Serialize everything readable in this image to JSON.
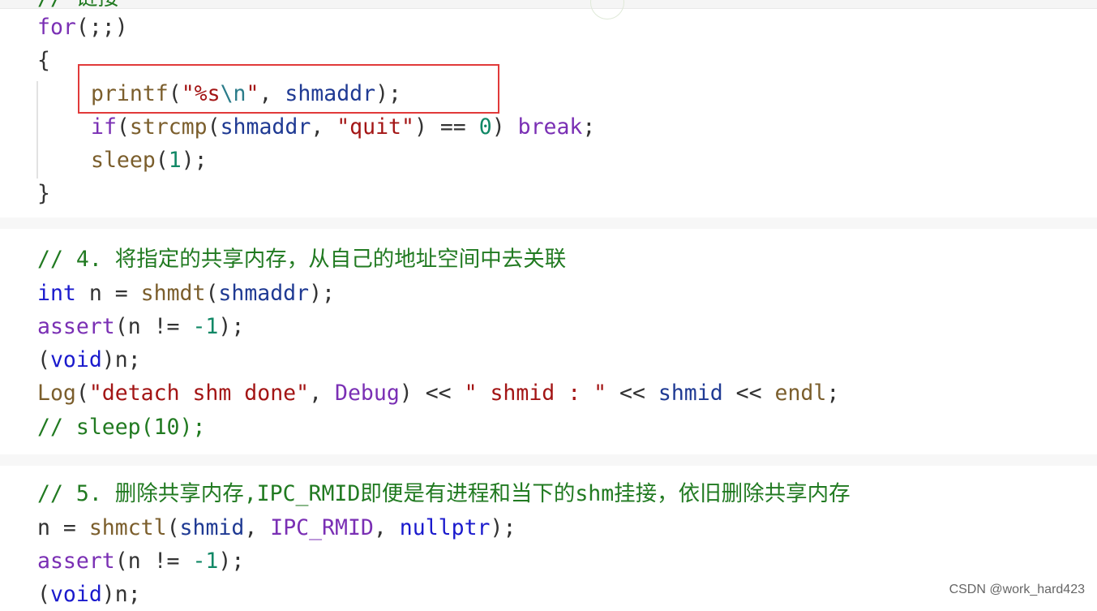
{
  "watermark": "CSDN @work_hard423",
  "lines": {
    "l0": {
      "t1": "// 链接"
    },
    "l1": {
      "kw": "for",
      "rest": "(;;)"
    },
    "l2": {
      "brace": "{"
    },
    "l3": {
      "fn": "printf",
      "p1": "(",
      "s1": "\"%s",
      "esc": "\\n",
      "s2": "\"",
      "p2": ", ",
      "var": "shmaddr",
      "p3": ");"
    },
    "l4": {
      "kw": "if",
      "p1": "(",
      "fn": "strcmp",
      "p2": "(",
      "var": "shmaddr",
      "p3": ", ",
      "str": "\"quit\"",
      "p4": ") == ",
      "num": "0",
      "p5": ") ",
      "kw2": "break",
      "p6": ";"
    },
    "l5": {
      "fn": "sleep",
      "p1": "(",
      "num": "1",
      "p2": ");"
    },
    "l6": {
      "brace": "}"
    },
    "l7": {
      "cmt": "// 4. 将指定的共享内存，从自己的地址空间中去关联"
    },
    "l8": {
      "kw": "int",
      "p1": " n = ",
      "fn": "shmdt",
      "p2": "(",
      "var": "shmaddr",
      "p3": ");"
    },
    "l9": {
      "fn": "assert",
      "p1": "(n != ",
      "num": "-1",
      "p2": ");"
    },
    "l10": {
      "p1": "(",
      "kw": "void",
      "p2": ")n;"
    },
    "l11": {
      "fn": "Log",
      "p1": "(",
      "str": "\"detach shm done\"",
      "p2": ", ",
      "kw": "Debug",
      "p3": ") << ",
      "str2": "\" shmid : \"",
      "p4": " << ",
      "var": "shmid",
      "p5": " << ",
      "fn2": "endl",
      "p6": ";"
    },
    "l12": {
      "cmt": "// sleep(10);"
    },
    "l13": {
      "cmt": "// 5. 删除共享内存,IPC_RMID即便是有进程和当下的shm挂接，依旧删除共享内存"
    },
    "l14": {
      "p1": "n = ",
      "fn": "shmctl",
      "p2": "(",
      "var": "shmid",
      "p3": ", ",
      "macro": "IPC_RMID",
      "p4": ", ",
      "kw": "nullptr",
      "p5": ");"
    },
    "l15": {
      "fn": "assert",
      "p1": "(n != ",
      "num": "-1",
      "p2": ");"
    },
    "l16": {
      "p1": "(",
      "kw": "void",
      "p2": ")n;"
    }
  },
  "colors": {
    "highlight_box": "#e13a3a",
    "comment": "#217a21",
    "keyword": "#1a1acd",
    "string": "#a31515"
  }
}
